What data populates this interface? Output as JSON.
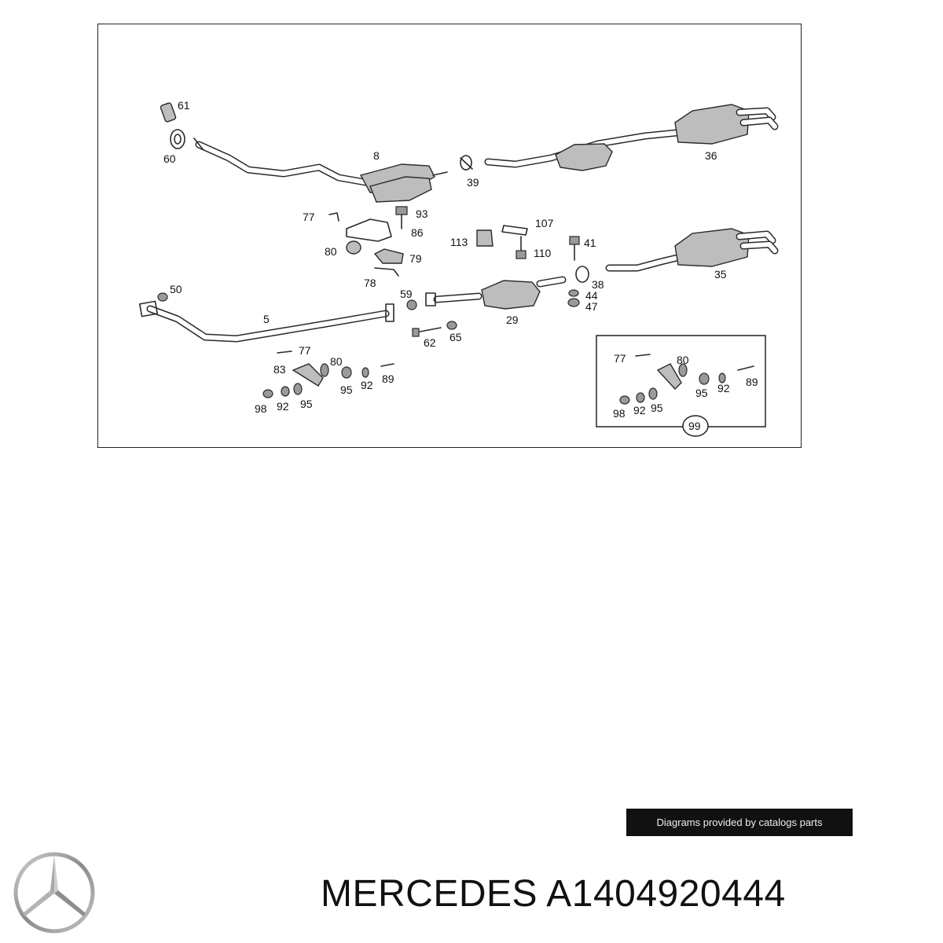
{
  "diagram": {
    "callouts": [
      "61",
      "60",
      "8",
      "39",
      "36",
      "77",
      "93",
      "86",
      "80",
      "79",
      "78",
      "107",
      "113",
      "110",
      "41",
      "38",
      "44",
      "47",
      "35",
      "50",
      "59",
      "5",
      "29",
      "62",
      "65",
      "77",
      "83",
      "80",
      "95",
      "92",
      "89",
      "98",
      "92",
      "95",
      "77",
      "80",
      "95",
      "92",
      "89",
      "98",
      "92",
      "95",
      "99"
    ]
  },
  "credit": {
    "text": "Diagrams provided by catalogs parts"
  },
  "title": {
    "brand": "MERCEDES",
    "part_number": "A1404920444"
  },
  "logo": {
    "icon": "mercedes-star-icon"
  }
}
